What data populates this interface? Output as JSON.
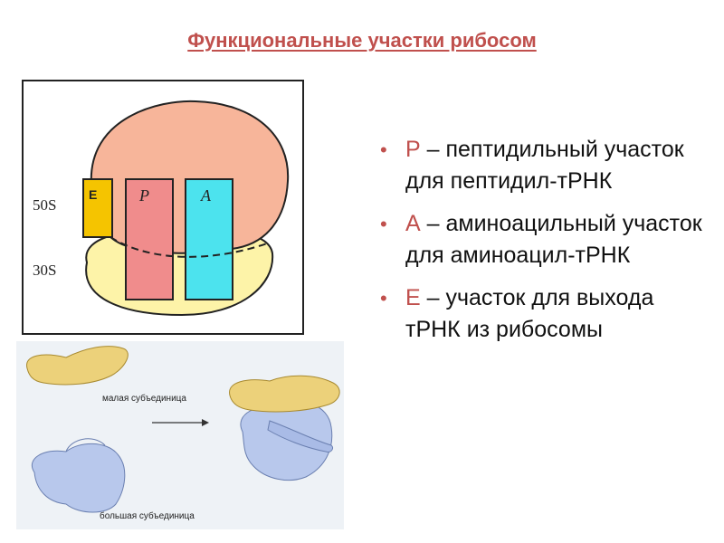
{
  "title": "Функциональные участки рибосом",
  "ribosome_diagram": {
    "large_subunit_label": "50S",
    "small_subunit_label": "30S",
    "site_e_label": "E",
    "site_p_label": "P",
    "site_a_label": "A",
    "colors": {
      "large_subunit": "#f7b59a",
      "small_subunit": "#fdf3a8",
      "site_e": "#f5c400",
      "site_p": "#f08c8c",
      "site_a": "#4ce3ee"
    }
  },
  "assembly_diagram": {
    "small_subunit_caption": "малая субъединица",
    "large_subunit_caption": "большая субъединица",
    "colors": {
      "small_subunit": "#ecd17a",
      "large_subunit": "#b8c8ec"
    }
  },
  "sites": [
    {
      "bullet": "•",
      "letter": "Р",
      "text": " – пептидильный участок для пептидил-тРНК"
    },
    {
      "bullet": "•",
      "letter": "А",
      "text": " – аминоацильный участок для аминоацил-тРНК"
    },
    {
      "bullet": "•",
      "letter": "Е",
      "text": " – участок для выхода тРНК из рибосомы"
    }
  ]
}
